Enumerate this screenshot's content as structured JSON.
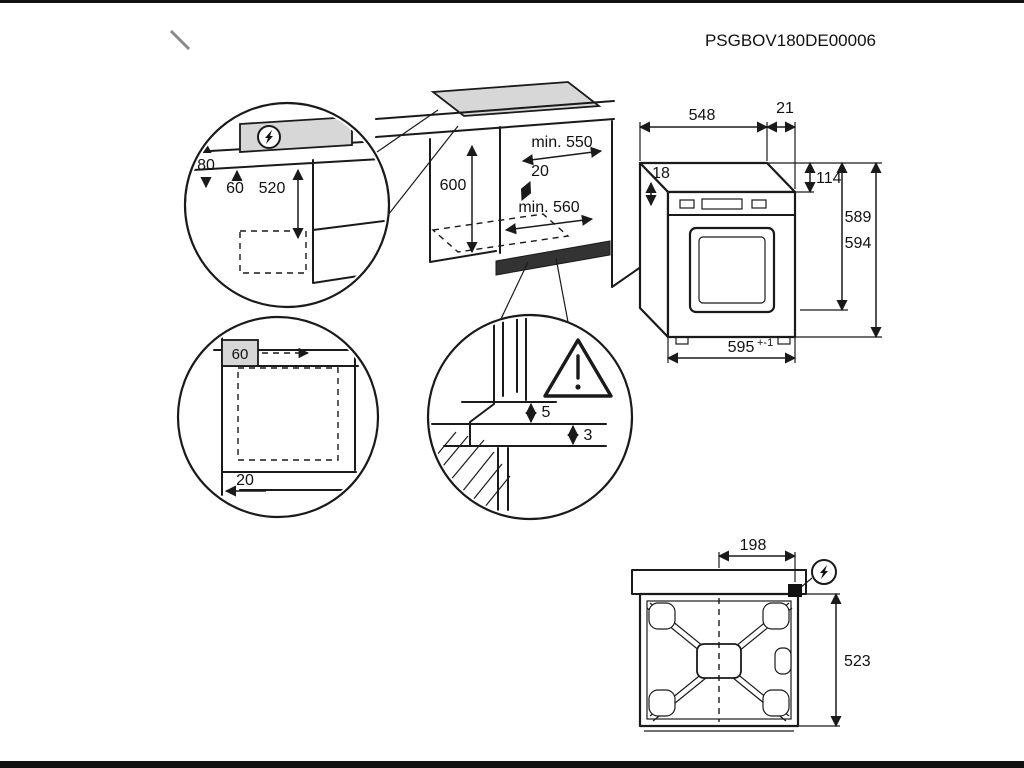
{
  "document": {
    "code": "PSGBOV180DE00006"
  },
  "colors": {
    "line": "#1a1a1a",
    "shade": "#d7d7d7",
    "dark": "#333333",
    "background": "#ffffff"
  },
  "icons": {
    "electrical": "lightning-bolt",
    "caution": "warning-triangle"
  },
  "main_view": {
    "niche_width": "min. 550",
    "niche_height": "600",
    "side_clearance": "20",
    "niche_depth": "min. 560"
  },
  "detail_electrical": {
    "cable_height": "80",
    "box_offset": "60",
    "cable_length": "520"
  },
  "detail_corner": {
    "top_offset": "60",
    "side_offset": "20"
  },
  "detail_vent": {
    "gap_upper": "5",
    "gap_lower": "3"
  },
  "oven_view": {
    "depth": "548",
    "front_depth": "21",
    "top_inset": "18",
    "panel_height": "114",
    "rear_height": "589",
    "total_height": "594",
    "width": "595",
    "width_tolerance": "+-1"
  },
  "rear_view": {
    "terminal_offset": "198",
    "height": "523"
  }
}
